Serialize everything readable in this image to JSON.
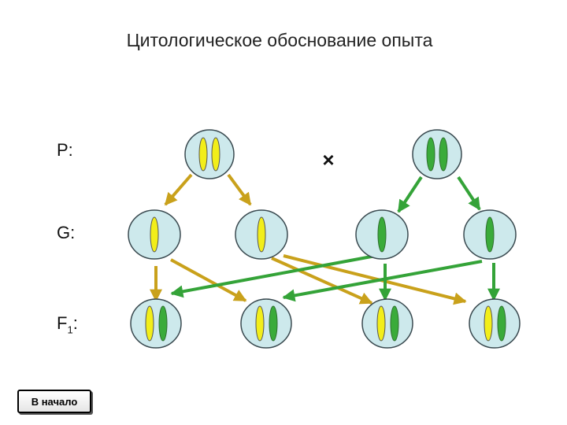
{
  "title": "Цитологическое обоснование опыта",
  "labels": {
    "p": "P:",
    "g": "G:",
    "f": "F",
    "f_sub": "1",
    "f_colon": ":"
  },
  "cross_symbol": "×",
  "button": {
    "label": "В начало"
  },
  "colors": {
    "cell_fill": "#cde9ec",
    "cell_stroke": "#3a4a50",
    "yellow": "#f2ee1a",
    "green": "#3aab3a",
    "arrow_gold": "#c9a11b",
    "arrow_green": "#34a338"
  }
}
